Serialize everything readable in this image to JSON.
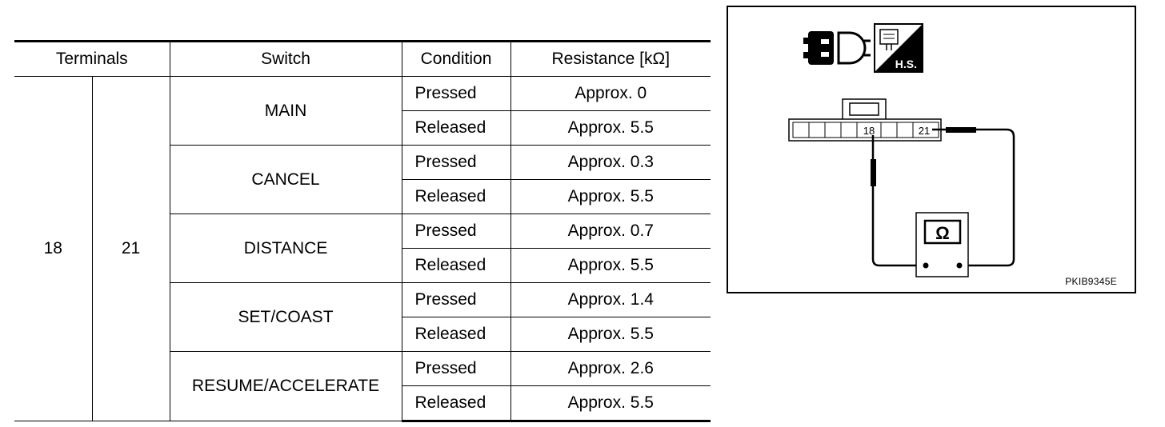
{
  "table": {
    "headers": {
      "terminals": "Terminals",
      "switch": "Switch",
      "condition": "Condition",
      "resistance": "Resistance [kΩ]"
    },
    "terminal_a": "18",
    "terminal_b": "21",
    "rows": [
      {
        "switch": "MAIN",
        "pressed": {
          "condition": "Pressed",
          "value": "Approx. 0"
        },
        "released": {
          "condition": "Released",
          "value": "Approx. 5.5"
        }
      },
      {
        "switch": "CANCEL",
        "pressed": {
          "condition": "Pressed",
          "value": "Approx. 0.3"
        },
        "released": {
          "condition": "Released",
          "value": "Approx. 5.5"
        }
      },
      {
        "switch": "DISTANCE",
        "pressed": {
          "condition": "Pressed",
          "value": "Approx. 0.7"
        },
        "released": {
          "condition": "Released",
          "value": "Approx. 5.5"
        }
      },
      {
        "switch": "SET/COAST",
        "pressed": {
          "condition": "Pressed",
          "value": "Approx. 1.4"
        },
        "released": {
          "condition": "Released",
          "value": "Approx. 5.5"
        }
      },
      {
        "switch": "RESUME/ACCELERATE",
        "pressed": {
          "condition": "Pressed",
          "value": "Approx. 2.6"
        },
        "released": {
          "condition": "Released",
          "value": "Approx. 5.5"
        }
      }
    ]
  },
  "diagram": {
    "pin_a": "18",
    "pin_b": "21",
    "badge": "H.S.",
    "meter_symbol": "Ω",
    "figure_code": "PKIB9345E",
    "icons": [
      "connector-plug-icon",
      "harness-side-icon",
      "ohmmeter-icon"
    ]
  }
}
